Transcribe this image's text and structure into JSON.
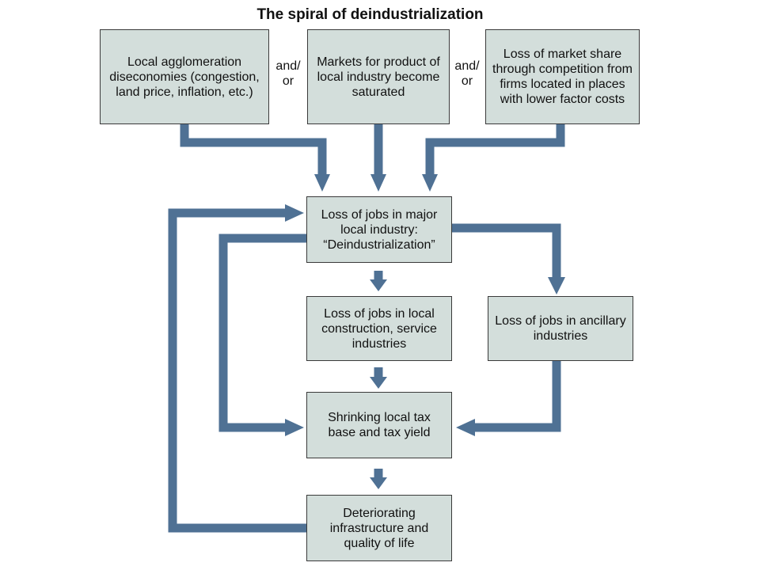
{
  "title": "The spiral of deindustrialization",
  "boxes": {
    "agglomeration": "Local agglomeration diseconomies (congestion, land price, inflation, etc.)",
    "markets": "Markets for product of local industry become saturated",
    "market_share": "Loss of market share through competition from firms located in places with lower factor costs",
    "jobs_major": "Loss of jobs in major local industry: “Deindustrialization”",
    "jobs_construction": "Loss of jobs in local construction, service industries",
    "jobs_ancillary": "Loss of jobs in ancillary industries",
    "tax_base": "Shrinking local tax base and tax yield",
    "infrastructure": "Deteriorating infrastructure and quality of life"
  },
  "connectors": {
    "left": "and/ or",
    "right": "and/ or"
  },
  "colors": {
    "arrow": "#4f7194",
    "box_fill": "#d3dedb",
    "box_border": "#3a3a3a"
  }
}
